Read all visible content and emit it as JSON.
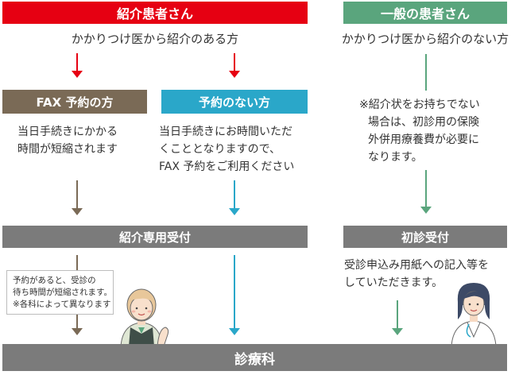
{
  "colors": {
    "red": "#e60012",
    "green": "#5aa57d",
    "brown": "#7a6a56",
    "blue": "#2aa7c9",
    "gray": "#7b7b7b"
  },
  "referral": {
    "title": "紹介患者さん",
    "subtitle": "かかりつけ医から紹介のある方",
    "fax": {
      "label": "FAX 予約の方",
      "desc": [
        "当日手続きにかかる",
        "時間が短縮されます"
      ]
    },
    "no_reservation": {
      "label": "予約のない方",
      "desc": [
        "当日手続きにお時間いただ",
        "くこととなりますので、",
        "FAX 予約をご利用ください"
      ]
    },
    "reception": "紹介専用受付",
    "note": [
      "予約があると、受診の",
      "待ち時間が短縮されます。",
      "※各科によって異なります"
    ]
  },
  "general": {
    "title": "一般の患者さん",
    "subtitle": "かかりつけ医から紹介のない方",
    "desc": [
      "※紹介状をお持ちでない",
      "場合は、初診用の保険",
      "外併用療養費が必要に",
      "なります。"
    ],
    "reception": "初診受付",
    "reception_desc": [
      "受診申込み用紙への記入等を",
      "していただきます。"
    ]
  },
  "destination": "診療科"
}
